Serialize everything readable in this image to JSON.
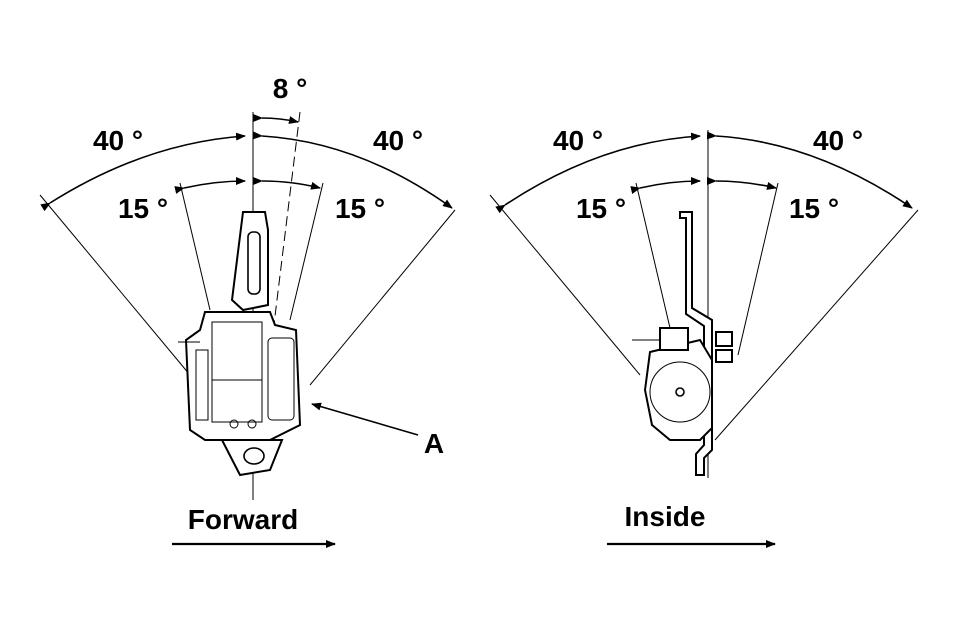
{
  "left_diagram": {
    "angle_outer_left": "40 °",
    "angle_outer_right": "40 °",
    "angle_inner_left": "15 °",
    "angle_inner_right": "15 °",
    "angle_tilt": "8 °",
    "callout": "A",
    "direction_label": "Forward"
  },
  "right_diagram": {
    "angle_outer_left": "40 °",
    "angle_outer_right": "40 °",
    "angle_inner_left": "15 °",
    "angle_inner_right": "15 °",
    "direction_label": "Inside"
  }
}
